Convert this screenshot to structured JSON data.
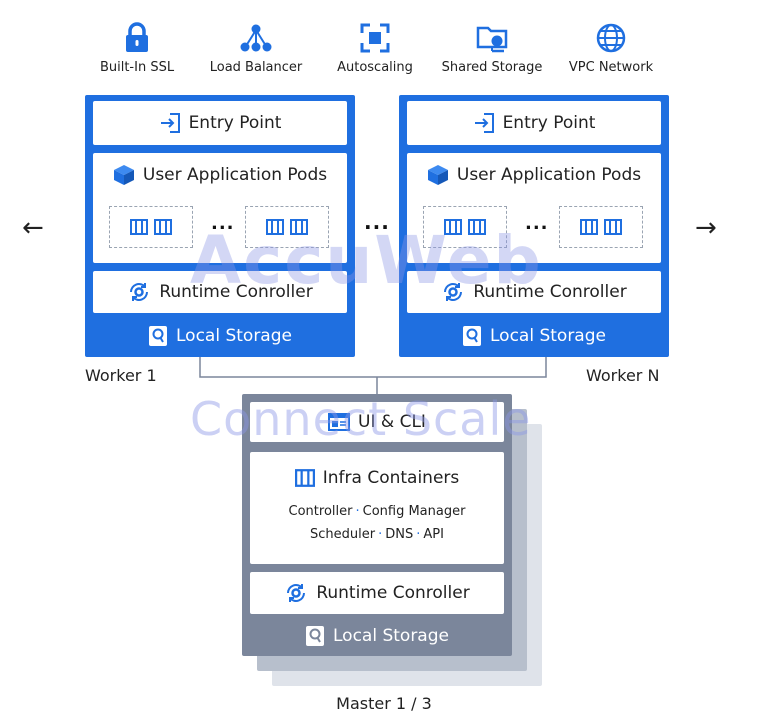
{
  "features": [
    {
      "label": "Built-In SSL",
      "icon": "lock-icon"
    },
    {
      "label": "Load Balancer",
      "icon": "network-nodes-icon"
    },
    {
      "label": "Autoscaling",
      "icon": "expand-icon"
    },
    {
      "label": "Shared Storage",
      "icon": "folder-share-icon"
    },
    {
      "label": "VPC Network",
      "icon": "globe-icon"
    }
  ],
  "worker": {
    "entry_point": "Entry Point",
    "pods_title": "User Application Pods",
    "runtime": "Runtime Conroller",
    "storage": "Local Storage"
  },
  "worker_labels": {
    "first": "Worker 1",
    "last": "Worker N"
  },
  "ellipsis": "...",
  "arrows": {
    "left": "←",
    "right": "→"
  },
  "master": {
    "ui": "UI & CLI",
    "infra_title": "Infra Containers",
    "infra_line1": [
      "Controller",
      "Config Manager"
    ],
    "infra_line2": [
      "Scheduler",
      "DNS",
      "API"
    ],
    "separator": "·",
    "runtime": "Runtime Conroller",
    "storage": "Local Storage",
    "label": "Master 1 / 3"
  },
  "watermark": {
    "line1": "AccuWeb",
    "line2": "Connect Scale"
  },
  "colors": {
    "accent": "#1f6fe0",
    "master": "#7b869b",
    "master_shadow1": "#b7bfcc",
    "master_shadow2": "#dfe3ea"
  }
}
